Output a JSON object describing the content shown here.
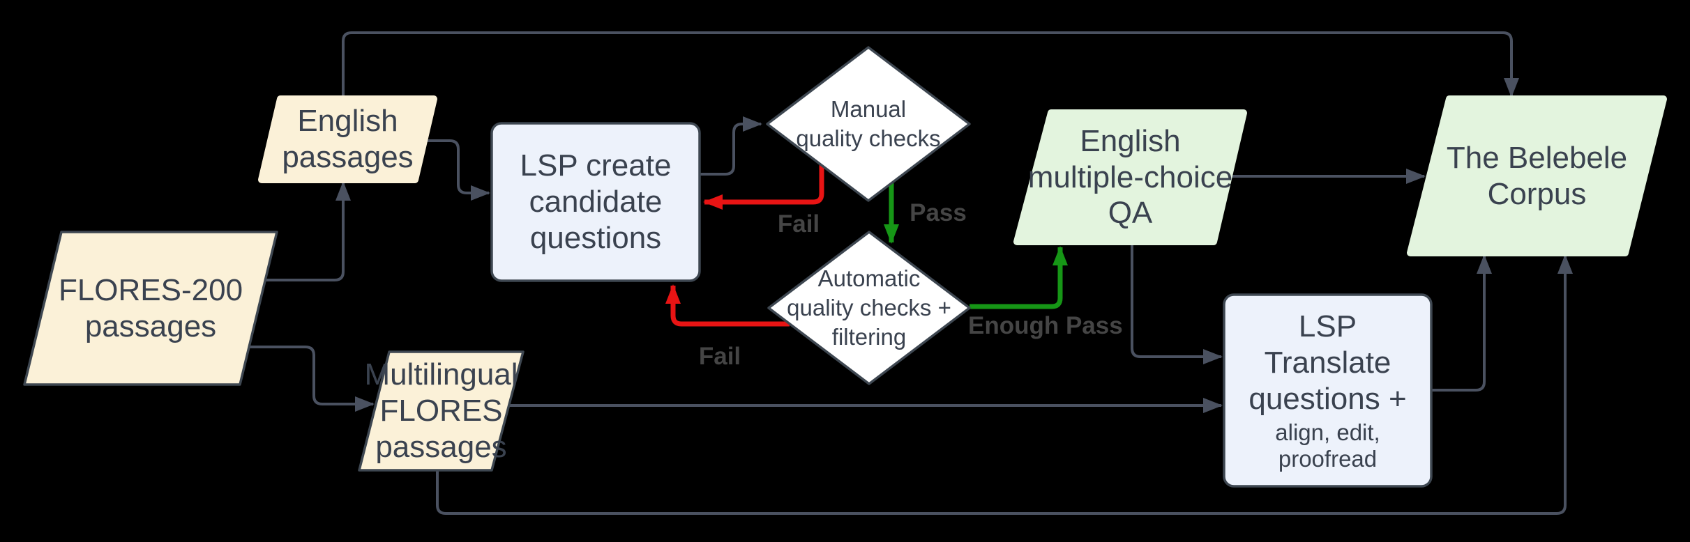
{
  "diagram": {
    "nodes": {
      "flores200": {
        "label": "FLORES-200\npassages"
      },
      "english_passages": {
        "label": "English\npassages"
      },
      "multilingual_flores": {
        "label": "Multilingual\nFLORES\npassages"
      },
      "lsp_create": {
        "label": "LSP create\ncandidate\nquestions"
      },
      "manual_checks": {
        "label": "Manual\nquality checks"
      },
      "auto_checks": {
        "label": "Automatic\nquality checks +\nfiltering"
      },
      "english_qa": {
        "label": "English\nmultiple-choice\nQA"
      },
      "lsp_translate": {
        "label_main": "LSP\nTranslate\nquestions +",
        "label_sub": "align, edit,\nproofread"
      },
      "belebele": {
        "label": "The Belebele\nCorpus"
      }
    },
    "edge_labels": {
      "manual_fail": "Fail",
      "manual_pass": "Pass",
      "auto_fail": "Fail",
      "auto_enough_pass": "Enough Pass"
    },
    "colors": {
      "background": "#000000",
      "passage_fill": "#FBF1D8",
      "process_fill": "#EDF2FB",
      "output_fill": "#E3F4DE",
      "decision_fill": "#FFFFFF",
      "shape_border": "#3E4751",
      "connector": "#4A5160",
      "fail_red": "#E81414",
      "pass_green": "#169616",
      "text": "#3A424F",
      "edge_label_text": "#454545"
    }
  }
}
